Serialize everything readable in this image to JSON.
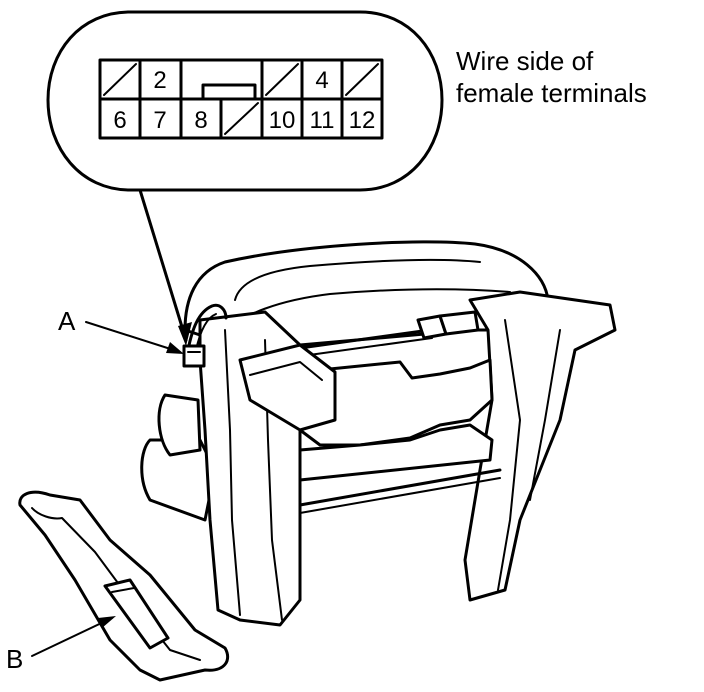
{
  "connector_view": {
    "caption_line1": "Wire side of",
    "caption_line2": "female terminals",
    "top_row": [
      "",
      "2",
      "",
      "",
      "4",
      ""
    ],
    "bottom_row": [
      "6",
      "7",
      "8",
      "",
      "10",
      "11",
      "12"
    ]
  },
  "callouts": {
    "a": "A",
    "b": "B"
  },
  "colors": {
    "ink": "#000000",
    "paper": "#ffffff"
  }
}
